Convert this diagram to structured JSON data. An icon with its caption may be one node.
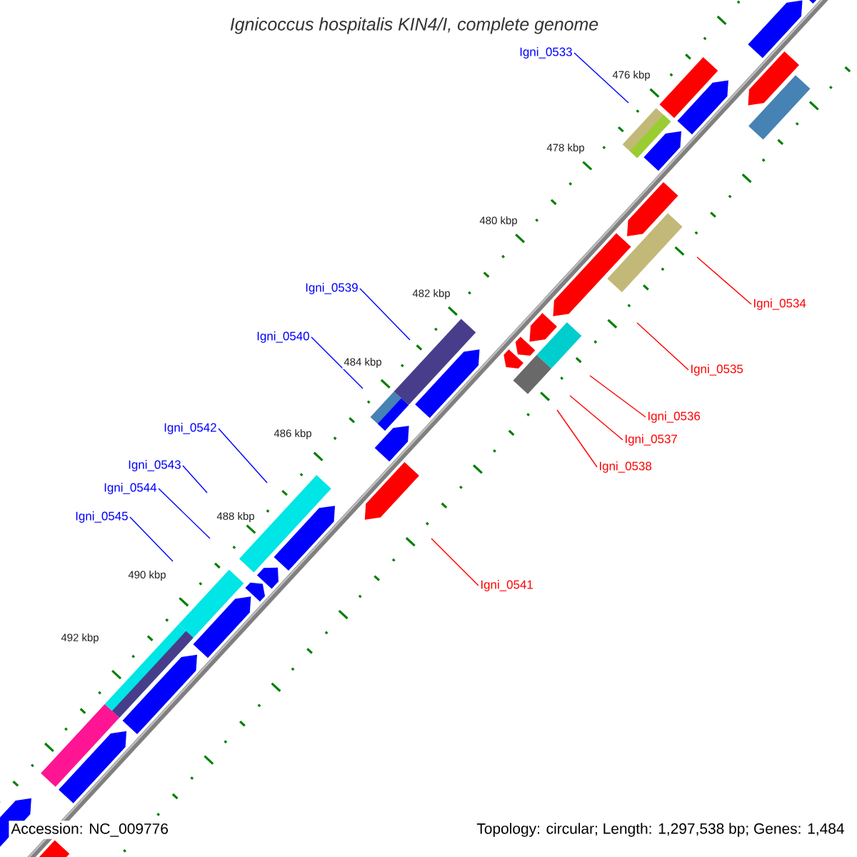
{
  "diagram": {
    "title": "Ignicoccus hospitalis KIN4/I, complete genome",
    "nodes": [
      {
        "text": [
          "Igni_0533"
        ]
      },
      {
        "text": [
          "Igni_0534"
        ]
      },
      {
        "text": [
          "Igni_0539"
        ]
      },
      {
        "text": [
          "Igni_0535"
        ]
      },
      {
        "text": [
          "Igni_0540"
        ]
      },
      {
        "text": [
          "Igni_0536"
        ]
      },
      {
        "text": [
          "Igni_0537"
        ]
      },
      {
        "text": [
          "Igni_0542"
        ]
      },
      {
        "text": [
          "Igni_0538"
        ]
      },
      {
        "text": [
          "Igni_0543"
        ]
      },
      {
        "text": [
          "Igni_0544"
        ]
      },
      {
        "text": [
          "Igni_0545"
        ]
      },
      {
        "text": [
          "Igni_0541"
        ]
      }
    ],
    "edges": [
      {
        "from": 0,
        "to": null,
        "arrow": "none"
      },
      {
        "from": 1,
        "to": null,
        "arrow": "none",
        "color": "#ff0000"
      },
      {
        "from": 2,
        "to": null,
        "arrow": "none"
      },
      {
        "from": 3,
        "to": null,
        "arrow": "none",
        "color": "#ff0000"
      },
      {
        "from": 4,
        "to": null,
        "arrow": "none"
      },
      {
        "from": 5,
        "to": null,
        "arrow": "none",
        "color": "#ff0000"
      },
      {
        "from": 6,
        "to": null,
        "arrow": "none",
        "color": "#ff0000"
      },
      {
        "from": 7,
        "to": null,
        "arrow": "none"
      },
      {
        "from": 8,
        "to": null,
        "arrow": "none",
        "color": "#ff0000"
      },
      {
        "from": 9,
        "to": null,
        "arrow": "none"
      },
      {
        "from": 10,
        "to": null,
        "arrow": "none"
      },
      {
        "from": 11,
        "to": null,
        "arrow": "none"
      },
      {
        "from": 12,
        "to": null,
        "arrow": "none",
        "color": "#ff0000"
      }
    ],
    "labels": [
      "476 kbp",
      "478 kbp",
      "480 kbp",
      "482 kbp",
      "484 kbp",
      "486 kbp",
      "488 kbp",
      "490 kbp",
      "492 kbp",
      "Accession: NC_009776",
      "Topology: circular; Length: 1,297,538 bp; Genes: 1,484"
    ]
  }
}
